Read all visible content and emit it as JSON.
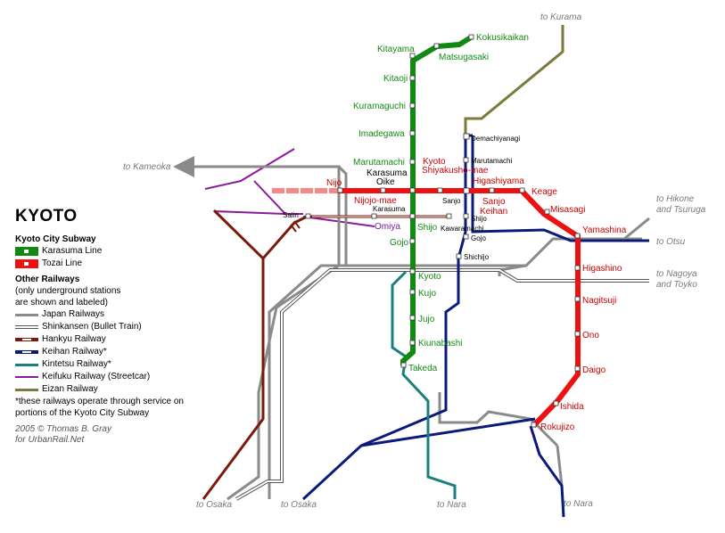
{
  "title": "KYOTO",
  "colors": {
    "karasuma": "#128a12",
    "tozai": "#ee1111",
    "jr": "#8a8a8a",
    "hankyu": "#7a1a0a",
    "keihan": "#0a1a7a",
    "kintetsu": "#1a7f7f",
    "keifuku": "#8a1a9a",
    "eizan": "#7a7a3a",
    "shinkansen": "#555555"
  },
  "legend": {
    "subway_heading": "Kyoto City Subway",
    "karasuma_line": "Karasuma Line",
    "tozai_line": "Tozai Line",
    "other_heading": "Other Railways",
    "other_note1": "(only underground stations",
    "other_note2": "are shown and labeled)",
    "jr": "Japan Railways",
    "shinkansen": "Shinkansen (Bullet Train)",
    "hankyu": "Hankyu Railway",
    "keihan": "Keihan Railway*",
    "kintetsu": "Kintetsu Railway*",
    "keifuku": "Keifuku Railway (Streetcar)",
    "eizan": "Eizan Railway",
    "footnote1": "*these railways operate through service on",
    "footnote2": " portions of the Kyoto City Subway",
    "credit1": "2005 © Thomas B. Gray",
    "credit2": "for UrbanRail.Net"
  },
  "karasuma_stations": {
    "kokusaikaikan": "Kokusikaikan",
    "matsugasaki": "Matsugasaki",
    "kitayama": "Kitayama",
    "kitaoji": "Kitaoji",
    "kuramaguchi": "Kuramaguchi",
    "imadegawa": "Imadegawa",
    "marutamachi": "Marutamachi",
    "karasuma_oike": "Karasuma",
    "karasuma_oike2": "Oike",
    "shijo": "Shijo",
    "gojo": "Gojo",
    "kyoto": "Kyoto",
    "kujo": "Kujo",
    "jujo": "Jujo",
    "kuinabashi": "Kiunabashi",
    "takeda": "Takeda"
  },
  "tozai_stations": {
    "nijo": "Nijo",
    "nijojo_mae": "Nijojo-mae",
    "shiyakusho1": "Kyoto",
    "shiyakusho2": "Shiyakusho-mae",
    "sanjo_keihan1": "Sanjo",
    "sanjo_keihan2": "Keihan",
    "higashiyama": "Higashiyama",
    "keage": "Keage",
    "misasagi": "Misasagi",
    "yamashina": "Yamashina",
    "higashino": "Higashino",
    "nagitsuji": "Nagitsuji",
    "ono": "Ono",
    "daigo": "Daigo",
    "ishida": "Ishida",
    "rokujizo": "Rokujizo"
  },
  "other_stations": {
    "demachiyanagi": "Demachiyanagi",
    "marutamachi_keihan": "Marutamachi",
    "sanjo": "Sanjo",
    "shijo_keihan": "Shijo",
    "gojo_keihan": "Gojo",
    "shichijo": "Shichijo",
    "karasuma_hankyu": "Karasuma",
    "kawaramachi": "Kawaramachi",
    "saiin": "Saiin",
    "omiya": "Omiya"
  },
  "destinations": {
    "kurama": "to Kurama",
    "kameoka": "to Kameoka",
    "hikone1": "to Hikone",
    "hikone2": "and Tsuruga",
    "otsu": "to Otsu",
    "nagoya1": "to Nagoya",
    "nagoya2": "and Toyko",
    "osaka_hankyu": "to Osaka",
    "osaka_keihan": "to Osaka",
    "nara_kintetsu": "to Nara",
    "nara_jr": "to Nara"
  }
}
